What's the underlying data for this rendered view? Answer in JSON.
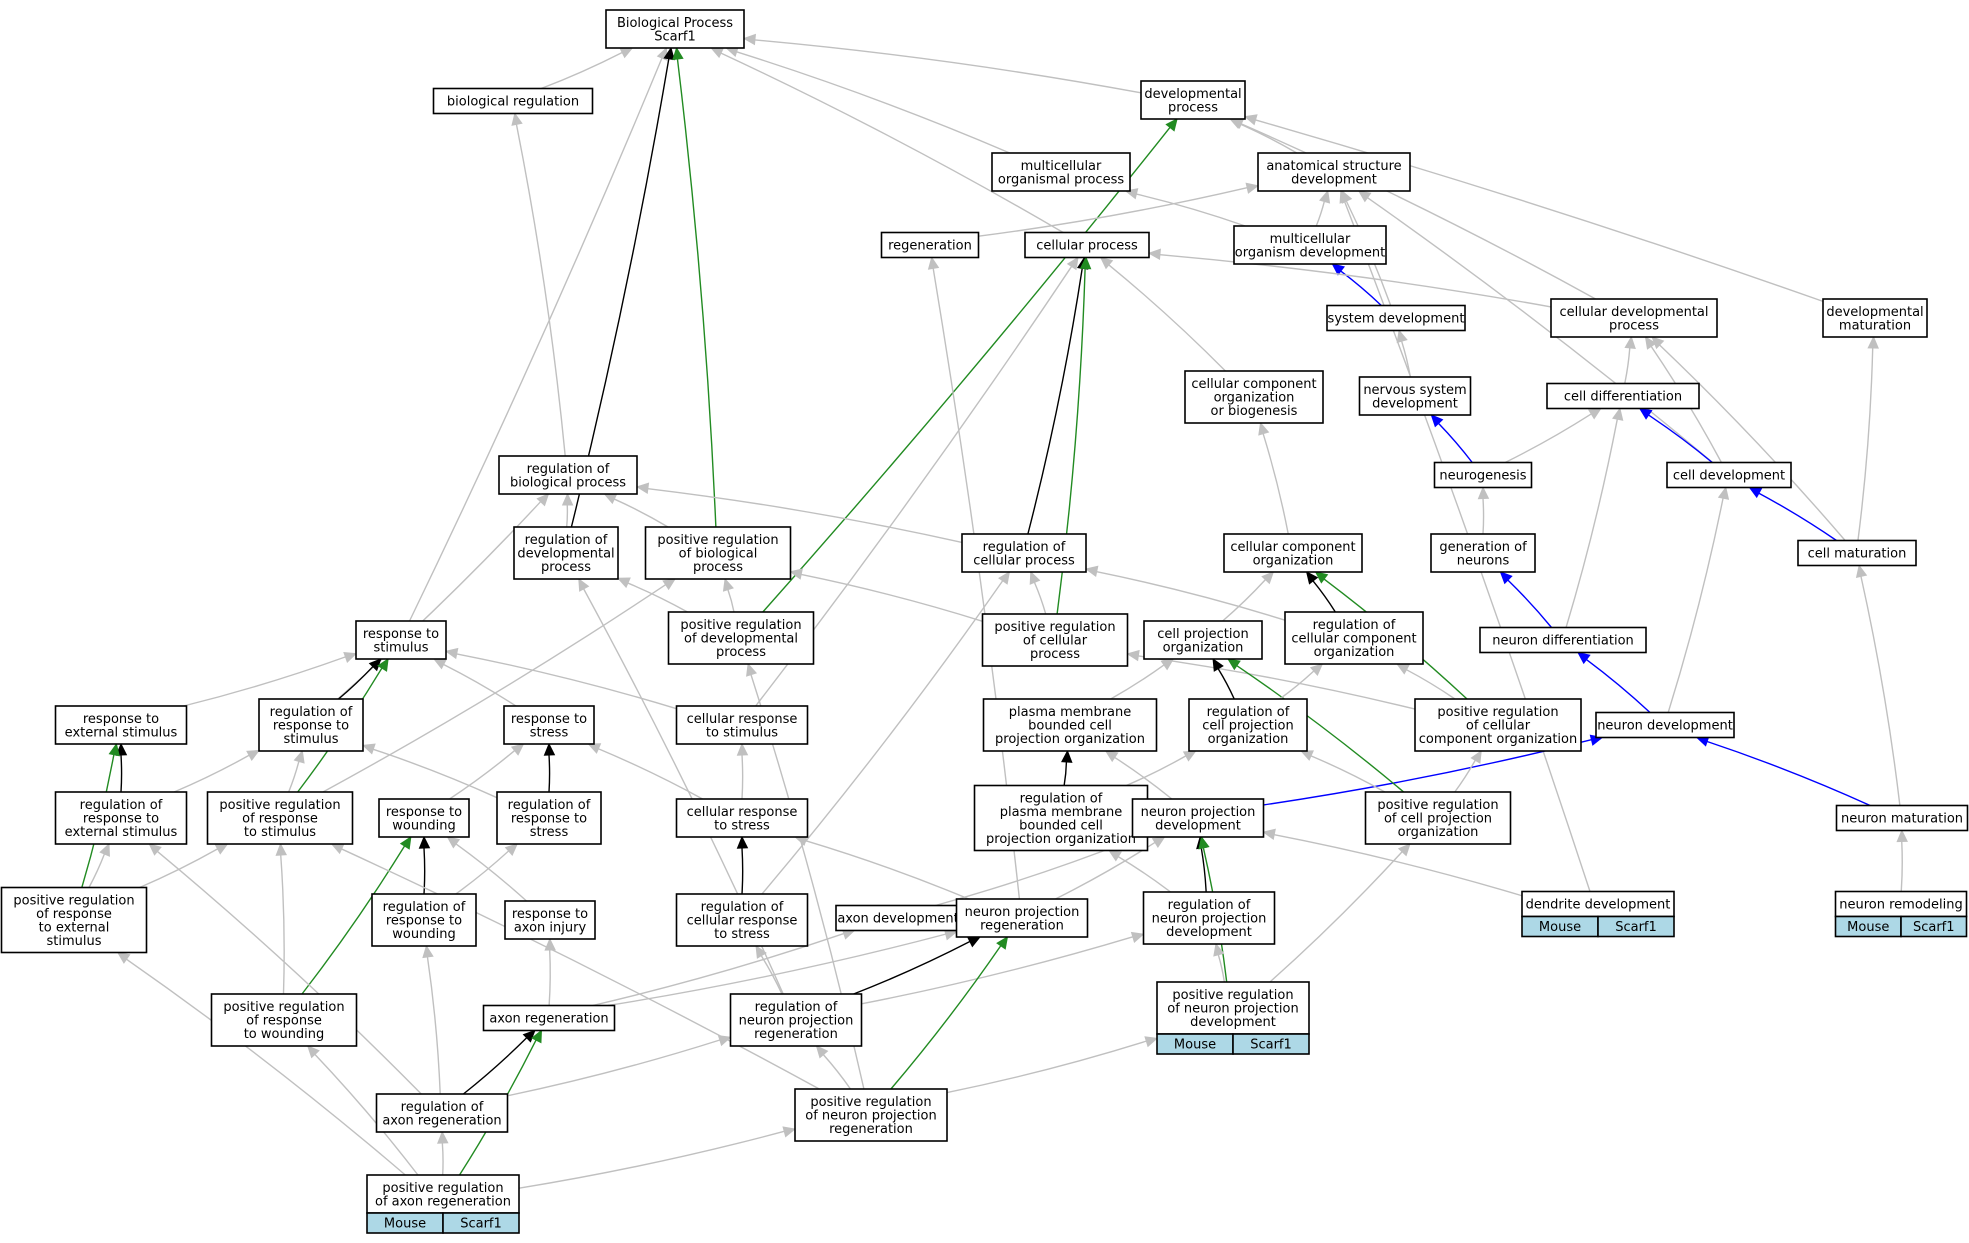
{
  "colors": {
    "is_a": "#c0c0c0",
    "part_of": "#000000",
    "positively_regulates": "#228b22",
    "develops_into": "#0000ff",
    "annotation": "#add8e6"
  },
  "nodes": [
    {
      "id": "root",
      "lines": [
        "Biological Process",
        "Scarf1"
      ]
    },
    {
      "id": "bioreg",
      "lines": [
        "biological regulation"
      ]
    },
    {
      "id": "devproc",
      "lines": [
        "developmental",
        "process"
      ]
    },
    {
      "id": "multorg",
      "lines": [
        "multicellular",
        "organismal process"
      ]
    },
    {
      "id": "anatdev",
      "lines": [
        "anatomical structure",
        "development"
      ]
    },
    {
      "id": "regen",
      "lines": [
        "regeneration"
      ]
    },
    {
      "id": "cellproc",
      "lines": [
        "cellular process"
      ]
    },
    {
      "id": "multdev",
      "lines": [
        "multicellular",
        "organism development"
      ]
    },
    {
      "id": "sysdev",
      "lines": [
        "system development"
      ]
    },
    {
      "id": "celldevproc",
      "lines": [
        "cellular developmental",
        "process"
      ]
    },
    {
      "id": "devmat",
      "lines": [
        "developmental",
        "maturation"
      ]
    },
    {
      "id": "ccob",
      "lines": [
        "cellular component",
        "organization",
        "or biogenesis"
      ]
    },
    {
      "id": "nsdev",
      "lines": [
        "nervous system",
        "development"
      ]
    },
    {
      "id": "celldiff",
      "lines": [
        "cell differentiation"
      ]
    },
    {
      "id": "neurogen",
      "lines": [
        "neurogenesis"
      ]
    },
    {
      "id": "celldev",
      "lines": [
        "cell development"
      ]
    },
    {
      "id": "regbio",
      "lines": [
        "regulation of",
        "biological process"
      ]
    },
    {
      "id": "regdev",
      "lines": [
        "regulation of",
        "developmental",
        "process"
      ]
    },
    {
      "id": "posregbio",
      "lines": [
        "positive regulation",
        "of biological",
        "process"
      ]
    },
    {
      "id": "regcell",
      "lines": [
        "regulation of",
        "cellular process"
      ]
    },
    {
      "id": "ccorg",
      "lines": [
        "cellular component",
        "organization"
      ]
    },
    {
      "id": "genneur",
      "lines": [
        "generation of",
        "neurons"
      ]
    },
    {
      "id": "cellmat",
      "lines": [
        "cell maturation"
      ]
    },
    {
      "id": "respstim",
      "lines": [
        "response to",
        "stimulus"
      ]
    },
    {
      "id": "posregdev",
      "lines": [
        "positive regulation",
        "of developmental",
        "process"
      ]
    },
    {
      "id": "posregcell",
      "lines": [
        "positive regulation",
        "of cellular",
        "process"
      ]
    },
    {
      "id": "cellproj",
      "lines": [
        "cell projection",
        "organization"
      ]
    },
    {
      "id": "regccorg",
      "lines": [
        "regulation of",
        "cellular component",
        "organization"
      ]
    },
    {
      "id": "neurdiff",
      "lines": [
        "neuron differentiation"
      ]
    },
    {
      "id": "respext",
      "lines": [
        "response to",
        "external stimulus"
      ]
    },
    {
      "id": "regresp",
      "lines": [
        "regulation of",
        "response to",
        "stimulus"
      ]
    },
    {
      "id": "respstress",
      "lines": [
        "response to",
        "stress"
      ]
    },
    {
      "id": "cellrespstim",
      "lines": [
        "cellular response",
        "to stimulus"
      ]
    },
    {
      "id": "pmbcp",
      "lines": [
        "plasma membrane",
        "bounded cell",
        "projection organization"
      ]
    },
    {
      "id": "regcellproj",
      "lines": [
        "regulation of",
        "cell projection",
        "organization"
      ]
    },
    {
      "id": "posregcc",
      "lines": [
        "positive regulation",
        "of cellular",
        "component organization"
      ]
    },
    {
      "id": "neurdev",
      "lines": [
        "neuron development"
      ]
    },
    {
      "id": "regrespext",
      "lines": [
        "regulation of",
        "response to",
        "external stimulus"
      ]
    },
    {
      "id": "posregresp",
      "lines": [
        "positive regulation",
        "of response",
        "to stimulus"
      ]
    },
    {
      "id": "respwound",
      "lines": [
        "response to",
        "wounding"
      ]
    },
    {
      "id": "regrespstress",
      "lines": [
        "regulation of",
        "response to",
        "stress"
      ]
    },
    {
      "id": "cellrespstress",
      "lines": [
        "cellular response",
        "to stress"
      ]
    },
    {
      "id": "regpmbcp",
      "lines": [
        "regulation of",
        "plasma membrane",
        "bounded cell",
        "projection organization"
      ]
    },
    {
      "id": "neurprojdev",
      "lines": [
        "neuron projection",
        "development"
      ]
    },
    {
      "id": "posregcellproj",
      "lines": [
        "positive regulation",
        "of cell projection",
        "organization"
      ]
    },
    {
      "id": "neurmat",
      "lines": [
        "neuron maturation"
      ]
    },
    {
      "id": "posregrespext",
      "lines": [
        "positive regulation",
        "of response",
        "to external",
        "stimulus"
      ]
    },
    {
      "id": "regrespwound",
      "lines": [
        "regulation of",
        "response to",
        "wounding"
      ]
    },
    {
      "id": "respaxon",
      "lines": [
        "response to",
        "axon injury"
      ]
    },
    {
      "id": "regcellrespstress",
      "lines": [
        "regulation of",
        "cellular response",
        "to stress"
      ]
    },
    {
      "id": "axondev",
      "lines": [
        "axon development"
      ]
    },
    {
      "id": "neurprojregen",
      "lines": [
        "neuron projection",
        "regeneration"
      ]
    },
    {
      "id": "regneurprojdev",
      "lines": [
        "regulation of",
        "neuron projection",
        "development"
      ]
    },
    {
      "id": "dendev",
      "lines": [
        "dendrite development"
      ],
      "annotation": [
        "Mouse",
        "Scarf1"
      ]
    },
    {
      "id": "neurremod",
      "lines": [
        "neuron remodeling"
      ],
      "annotation": [
        "Mouse",
        "Scarf1"
      ]
    },
    {
      "id": "posregwound",
      "lines": [
        "positive regulation",
        "of response",
        "to wounding"
      ]
    },
    {
      "id": "axonregen",
      "lines": [
        "axon regeneration"
      ]
    },
    {
      "id": "regneurprojregen",
      "lines": [
        "regulation of",
        "neuron projection",
        "regeneration"
      ]
    },
    {
      "id": "posregneurprojdev",
      "lines": [
        "positive regulation",
        "of neuron projection",
        "development"
      ],
      "annotation": [
        "Mouse",
        "Scarf1"
      ]
    },
    {
      "id": "regaxonregen",
      "lines": [
        "regulation of",
        "axon regeneration"
      ]
    },
    {
      "id": "posregneurprojregen",
      "lines": [
        "positive regulation",
        "of neuron projection",
        "regeneration"
      ]
    },
    {
      "id": "posregaxonregen",
      "lines": [
        "positive regulation",
        "of axon regeneration"
      ],
      "annotation": [
        "Mouse",
        "Scarf1"
      ]
    }
  ],
  "edges": [
    {
      "from": "bioreg",
      "to": "root",
      "type": "is_a"
    },
    {
      "from": "devproc",
      "to": "root",
      "type": "is_a"
    },
    {
      "from": "multorg",
      "to": "root",
      "type": "is_a"
    },
    {
      "from": "cellproc",
      "to": "root",
      "type": "is_a"
    },
    {
      "from": "respstim",
      "to": "root",
      "type": "is_a"
    },
    {
      "from": "regdev",
      "to": "root",
      "type": "part_of"
    },
    {
      "from": "posregbio",
      "to": "root",
      "type": "positively_regulates"
    },
    {
      "from": "regbio",
      "to": "bioreg",
      "type": "is_a"
    },
    {
      "from": "anatdev",
      "to": "devproc",
      "type": "is_a"
    },
    {
      "from": "celldevproc",
      "to": "devproc",
      "type": "is_a"
    },
    {
      "from": "devmat",
      "to": "devproc",
      "type": "is_a"
    },
    {
      "from": "posregdev",
      "to": "devproc",
      "type": "positively_regulates"
    },
    {
      "from": "regen",
      "to": "anatdev",
      "type": "is_a"
    },
    {
      "from": "multdev",
      "to": "anatdev",
      "type": "is_a"
    },
    {
      "from": "sysdev",
      "to": "anatdev",
      "type": "is_a"
    },
    {
      "from": "celldev",
      "to": "anatdev",
      "type": "is_a"
    },
    {
      "from": "dendev",
      "to": "anatdev",
      "type": "is_a"
    },
    {
      "from": "multdev",
      "to": "multorg",
      "type": "is_a"
    },
    {
      "from": "sysdev",
      "to": "multdev",
      "type": "develops_into"
    },
    {
      "from": "nsdev",
      "to": "sysdev",
      "type": "is_a"
    },
    {
      "from": "neurogen",
      "to": "nsdev",
      "type": "develops_into"
    },
    {
      "from": "celldevproc",
      "to": "cellproc",
      "type": "is_a"
    },
    {
      "from": "ccob",
      "to": "cellproc",
      "type": "is_a"
    },
    {
      "from": "regcell",
      "to": "cellproc",
      "type": "part_of"
    },
    {
      "from": "posregcell",
      "to": "cellproc",
      "type": "positively_regulates"
    },
    {
      "from": "cellrespstim",
      "to": "cellproc",
      "type": "is_a"
    },
    {
      "from": "celldiff",
      "to": "celldevproc",
      "type": "is_a"
    },
    {
      "from": "celldev",
      "to": "celldevproc",
      "type": "is_a"
    },
    {
      "from": "cellmat",
      "to": "celldevproc",
      "type": "is_a"
    },
    {
      "from": "neurogen",
      "to": "celldiff",
      "type": "is_a"
    },
    {
      "from": "celldev",
      "to": "celldiff",
      "type": "develops_into"
    },
    {
      "from": "neurdiff",
      "to": "celldiff",
      "type": "is_a"
    },
    {
      "from": "genneur",
      "to": "neurogen",
      "type": "is_a"
    },
    {
      "from": "neurdiff",
      "to": "genneur",
      "type": "develops_into"
    },
    {
      "from": "cellmat",
      "to": "devmat",
      "type": "is_a"
    },
    {
      "from": "cellmat",
      "to": "celldev",
      "type": "develops_into"
    },
    {
      "from": "neurdev",
      "to": "celldev",
      "type": "is_a"
    },
    {
      "from": "neurdev",
      "to": "neurdiff",
      "type": "develops_into"
    },
    {
      "from": "neurmat",
      "to": "cellmat",
      "type": "is_a"
    },
    {
      "from": "neurmat",
      "to": "neurdev",
      "type": "develops_into"
    },
    {
      "from": "neurprojdev",
      "to": "neurdev",
      "type": "develops_into"
    },
    {
      "from": "neurremod",
      "to": "neurmat",
      "type": "is_a"
    },
    {
      "from": "ccorg",
      "to": "ccob",
      "type": "is_a"
    },
    {
      "from": "cellproj",
      "to": "ccorg",
      "type": "is_a"
    },
    {
      "from": "regccorg",
      "to": "ccorg",
      "type": "part_of"
    },
    {
      "from": "posregcc",
      "to": "ccorg",
      "type": "positively_regulates"
    },
    {
      "from": "regdev",
      "to": "regbio",
      "type": "is_a"
    },
    {
      "from": "posregbio",
      "to": "regbio",
      "type": "is_a"
    },
    {
      "from": "regcell",
      "to": "regbio",
      "type": "is_a"
    },
    {
      "from": "regresp",
      "to": "regbio",
      "type": "is_a"
    },
    {
      "from": "posregdev",
      "to": "regdev",
      "type": "is_a"
    },
    {
      "from": "posregdev",
      "to": "posregbio",
      "type": "is_a"
    },
    {
      "from": "posregcell",
      "to": "posregbio",
      "type": "is_a"
    },
    {
      "from": "posregresp",
      "to": "posregbio",
      "type": "is_a"
    },
    {
      "from": "posregcell",
      "to": "regcell",
      "type": "is_a"
    },
    {
      "from": "regccorg",
      "to": "regcell",
      "type": "is_a"
    },
    {
      "from": "regcellrespstress",
      "to": "regcell",
      "type": "is_a"
    },
    {
      "from": "respext",
      "to": "respstim",
      "type": "is_a"
    },
    {
      "from": "regresp",
      "to": "respstim",
      "type": "part_of"
    },
    {
      "from": "posregresp",
      "to": "respstim",
      "type": "positively_regulates"
    },
    {
      "from": "respstress",
      "to": "respstim",
      "type": "is_a"
    },
    {
      "from": "cellrespstim",
      "to": "respstim",
      "type": "is_a"
    },
    {
      "from": "posregcc",
      "to": "posregcell",
      "type": "is_a"
    },
    {
      "from": "pmbcp",
      "to": "cellproj",
      "type": "is_a"
    },
    {
      "from": "regcellproj",
      "to": "cellproj",
      "type": "part_of"
    },
    {
      "from": "posregcellproj",
      "to": "cellproj",
      "type": "positively_regulates"
    },
    {
      "from": "regcellproj",
      "to": "regccorg",
      "type": "is_a"
    },
    {
      "from": "posregcc",
      "to": "regccorg",
      "type": "is_a"
    },
    {
      "from": "posregcellproj",
      "to": "posregcc",
      "type": "is_a"
    },
    {
      "from": "regrespext",
      "to": "respext",
      "type": "part_of"
    },
    {
      "from": "posregrespext",
      "to": "respext",
      "type": "positively_regulates"
    },
    {
      "from": "regrespext",
      "to": "regresp",
      "type": "is_a"
    },
    {
      "from": "posregresp",
      "to": "regresp",
      "type": "is_a"
    },
    {
      "from": "regrespstress",
      "to": "regresp",
      "type": "is_a"
    },
    {
      "from": "respwound",
      "to": "respstress",
      "type": "is_a"
    },
    {
      "from": "regrespstress",
      "to": "respstress",
      "type": "part_of"
    },
    {
      "from": "cellrespstress",
      "to": "respstress",
      "type": "is_a"
    },
    {
      "from": "cellrespstress",
      "to": "cellrespstim",
      "type": "is_a"
    },
    {
      "from": "regcellrespstress",
      "to": "cellrespstress",
      "type": "part_of"
    },
    {
      "from": "neurprojregen",
      "to": "cellrespstress",
      "type": "is_a"
    },
    {
      "from": "regpmbcp",
      "to": "pmbcp",
      "type": "part_of"
    },
    {
      "from": "neurprojdev",
      "to": "pmbcp",
      "type": "is_a"
    },
    {
      "from": "regpmbcp",
      "to": "regcellproj",
      "type": "is_a"
    },
    {
      "from": "posregcellproj",
      "to": "regcellproj",
      "type": "is_a"
    },
    {
      "from": "posregrespext",
      "to": "regrespext",
      "type": "is_a"
    },
    {
      "from": "posregrespext",
      "to": "posregresp",
      "type": "is_a"
    },
    {
      "from": "posregwound",
      "to": "posregresp",
      "type": "is_a"
    },
    {
      "from": "regrespwound",
      "to": "respwound",
      "type": "part_of"
    },
    {
      "from": "respaxon",
      "to": "respwound",
      "type": "is_a"
    },
    {
      "from": "posregwound",
      "to": "respwound",
      "type": "positively_regulates"
    },
    {
      "from": "regrespwound",
      "to": "regrespstress",
      "type": "is_a"
    },
    {
      "from": "regneurprojregen",
      "to": "regcellrespstress",
      "type": "is_a"
    },
    {
      "from": "regneurprojdev",
      "to": "regpmbcp",
      "type": "is_a"
    },
    {
      "from": "regneurprojdev",
      "to": "neurprojdev",
      "type": "part_of"
    },
    {
      "from": "posregneurprojdev",
      "to": "neurprojdev",
      "type": "positively_regulates"
    },
    {
      "from": "axondev",
      "to": "neurprojdev",
      "type": "is_a"
    },
    {
      "from": "neurprojregen",
      "to": "neurprojdev",
      "type": "is_a"
    },
    {
      "from": "dendev",
      "to": "neurprojdev",
      "type": "is_a"
    },
    {
      "from": "posregneurprojdev",
      "to": "posregcellproj",
      "type": "is_a"
    },
    {
      "from": "posregneurprojdev",
      "to": "regneurprojdev",
      "type": "is_a"
    },
    {
      "from": "regneurprojregen",
      "to": "regneurprojdev",
      "type": "is_a"
    },
    {
      "from": "neurprojregen",
      "to": "regen",
      "type": "is_a"
    },
    {
      "from": "axonregen",
      "to": "neurprojregen",
      "type": "is_a"
    },
    {
      "from": "axonregen",
      "to": "axondev",
      "type": "is_a"
    },
    {
      "from": "axonregen",
      "to": "respaxon",
      "type": "is_a"
    },
    {
      "from": "regneurprojregen",
      "to": "neurprojregen",
      "type": "part_of"
    },
    {
      "from": "posregneurprojregen",
      "to": "neurprojregen",
      "type": "positively_regulates"
    },
    {
      "from": "regneurprojregen",
      "to": "regdev",
      "type": "is_a"
    },
    {
      "from": "regaxonregen",
      "to": "axonregen",
      "type": "part_of"
    },
    {
      "from": "posregaxonregen",
      "to": "axonregen",
      "type": "positively_regulates"
    },
    {
      "from": "regaxonregen",
      "to": "regneurprojregen",
      "type": "is_a"
    },
    {
      "from": "regaxonregen",
      "to": "regrespwound",
      "type": "is_a"
    },
    {
      "from": "regaxonregen",
      "to": "regrespext",
      "type": "is_a"
    },
    {
      "from": "posregneurprojregen",
      "to": "regneurprojregen",
      "type": "is_a"
    },
    {
      "from": "posregneurprojregen",
      "to": "posregneurprojdev",
      "type": "is_a"
    },
    {
      "from": "posregneurprojregen",
      "to": "posregresp",
      "type": "is_a"
    },
    {
      "from": "posregneurprojregen",
      "to": "posregdev",
      "type": "is_a"
    },
    {
      "from": "posregaxonregen",
      "to": "regaxonregen",
      "type": "is_a"
    },
    {
      "from": "posregaxonregen",
      "to": "posregneurprojregen",
      "type": "is_a"
    },
    {
      "from": "posregaxonregen",
      "to": "posregwound",
      "type": "is_a"
    },
    {
      "from": "posregaxonregen",
      "to": "posregrespext",
      "type": "is_a"
    }
  ]
}
